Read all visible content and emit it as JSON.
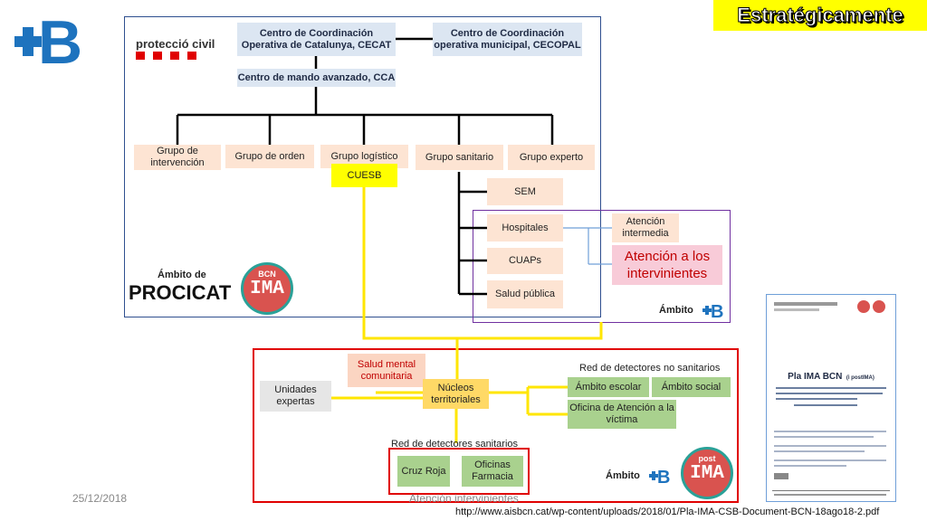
{
  "title": "Estratégicamente",
  "logo_text": "B",
  "protecciocivil": {
    "name": "protecció civil"
  },
  "procicat": {
    "ambito_label": "Ámbito de",
    "name": "PROCICAT"
  },
  "ima_badge": {
    "top": "BCN",
    "main": "IMA",
    "post_top": "post"
  },
  "nodes": {
    "cecat": "Centro de Coordinación Operativa de Catalunya, CECAT",
    "cecopal": "Centro de Coordinación operativa municipal, CECOPAL",
    "cca": "Centro de mando avanzado, CCA",
    "grupo_intervencion": "Grupo de intervención",
    "grupo_orden": "Grupo de orden",
    "grupo_logistico": "Grupo logístico",
    "grupo_sanitario": "Grupo sanitario",
    "grupo_experto": "Grupo experto",
    "cuesb": "CUESB",
    "sem": "SEM",
    "hospitales": "Hospitales",
    "cuaps": "CUAPs",
    "salud_publica": "Salud pública",
    "atencion_intermedia": "Atención intermedia",
    "atencion_intervinientes": "Atención a los intervinientes",
    "salud_mental": "Salud mental comunitaria",
    "unidades_expertas": "Unidades expertas",
    "nucleos": "Núcleos territoriales",
    "ambito_escolar": "Ámbito escolar",
    "ambito_social": "Ámbito social",
    "oficina_atencion": "Oficina de Atención a la víctima",
    "cruz_roja": "Cruz Roja",
    "oficinas_farmacia": "Oficinas Farmacia"
  },
  "labels": {
    "ambito_1": "Ámbito",
    "ambito_2": "Ámbito",
    "red_no_sanitarios": "Red de detectores no sanitarios",
    "red_sanitarios": "Red de detectores sanitarios"
  },
  "document": {
    "title": "Pla IMA BCN",
    "subtitle": "(i postIMA)"
  },
  "footer": {
    "date": "25/12/2018",
    "center": "Atención intervinientes",
    "url": "http://www.aisbcn.cat/wp-content/uploads/2018/01/Pla-IMA-CSB-Document-BCN-18ago18-2.pdf"
  },
  "colors": {
    "brand_blue": "#1e73be",
    "frame_blue": "#2f4f8f",
    "frame_purple": "#7030a0",
    "frame_red": "#e00000",
    "yellow_line": "#ffe600",
    "ima_red": "#d9534f",
    "ima_teal": "#2aa198"
  }
}
